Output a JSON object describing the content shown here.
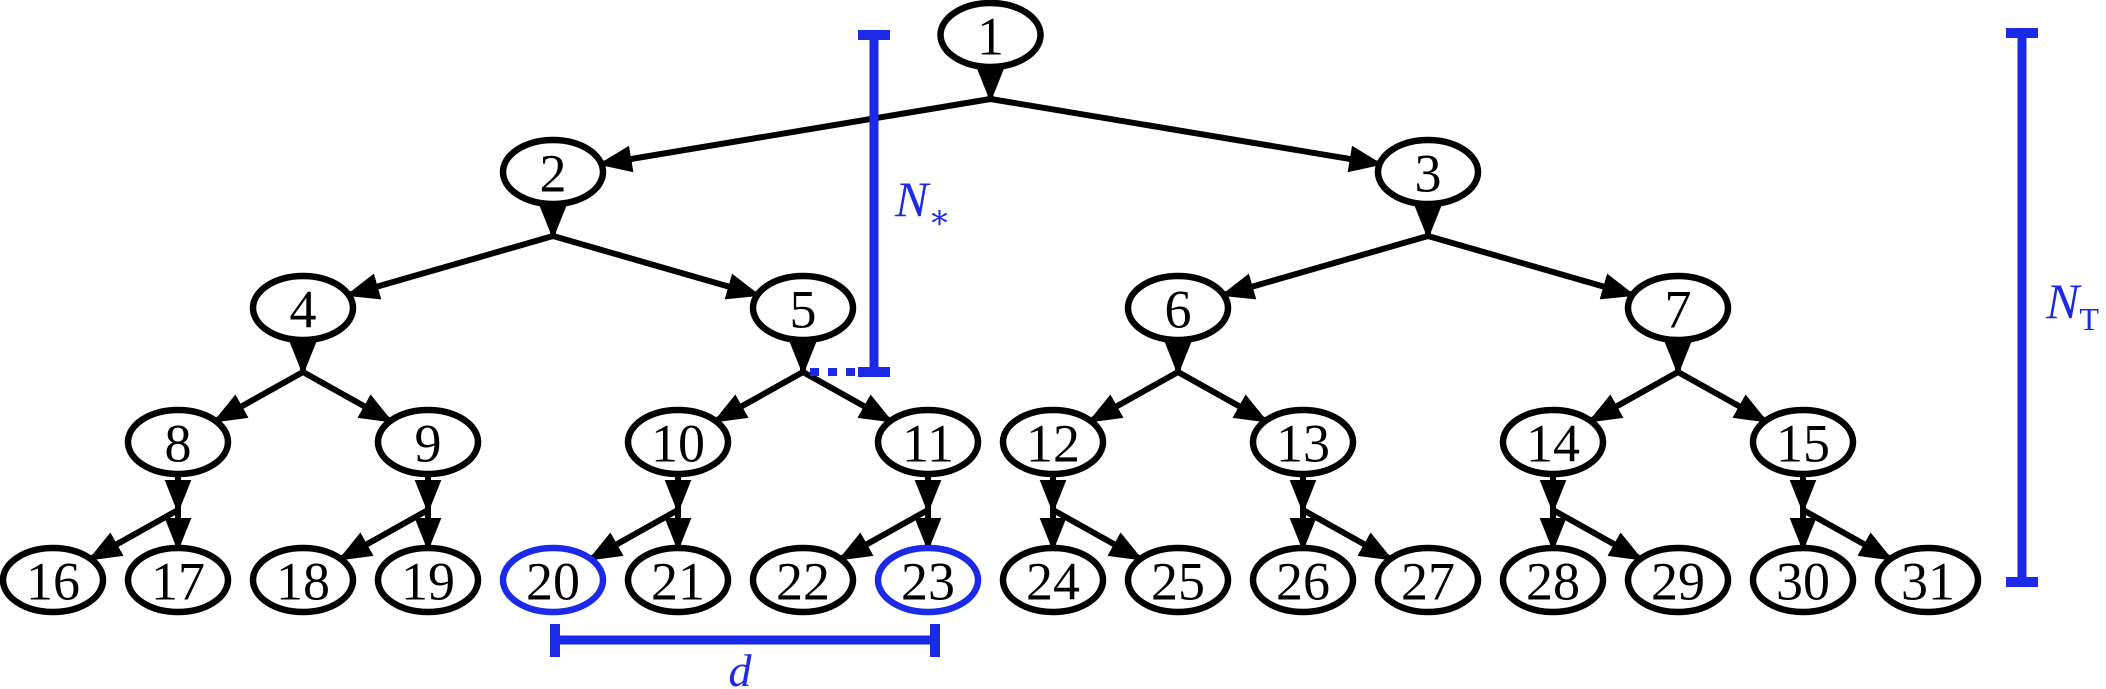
{
  "figure": {
    "type": "binary-tree-diagram",
    "levels": 5,
    "node_labels": [
      "1",
      "2",
      "3",
      "4",
      "5",
      "6",
      "7",
      "8",
      "9",
      "10",
      "11",
      "12",
      "13",
      "14",
      "15",
      "16",
      "17",
      "18",
      "19",
      "20",
      "21",
      "22",
      "23",
      "24",
      "25",
      "26",
      "27",
      "28",
      "29",
      "30",
      "31"
    ],
    "highlighted_nodes": [
      "20",
      "23"
    ],
    "annotations": {
      "n_star": {
        "base": "N",
        "subscript": "∗"
      },
      "n_t": {
        "base": "N",
        "subscript": "T"
      },
      "d_label": "d"
    },
    "colors": {
      "node_stroke": "#000000",
      "node_text": "#000000",
      "edge": "#000000",
      "highlight_blue": "#1b2ae6",
      "background": "#ffffff"
    }
  }
}
